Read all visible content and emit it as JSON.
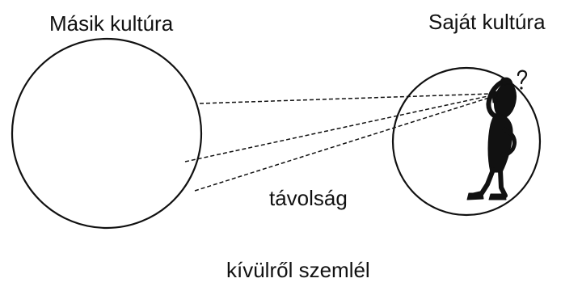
{
  "labels": {
    "other_culture": "Másik kultúra",
    "own_culture": "Saját kultúra",
    "distance": "távolság",
    "caption": "kívülről szemlél"
  },
  "icons": {
    "observer": "thinking-observer-figure",
    "question_mark": "question-mark-icon"
  },
  "colors": {
    "background": "#ffffff",
    "ink": "#111111"
  }
}
